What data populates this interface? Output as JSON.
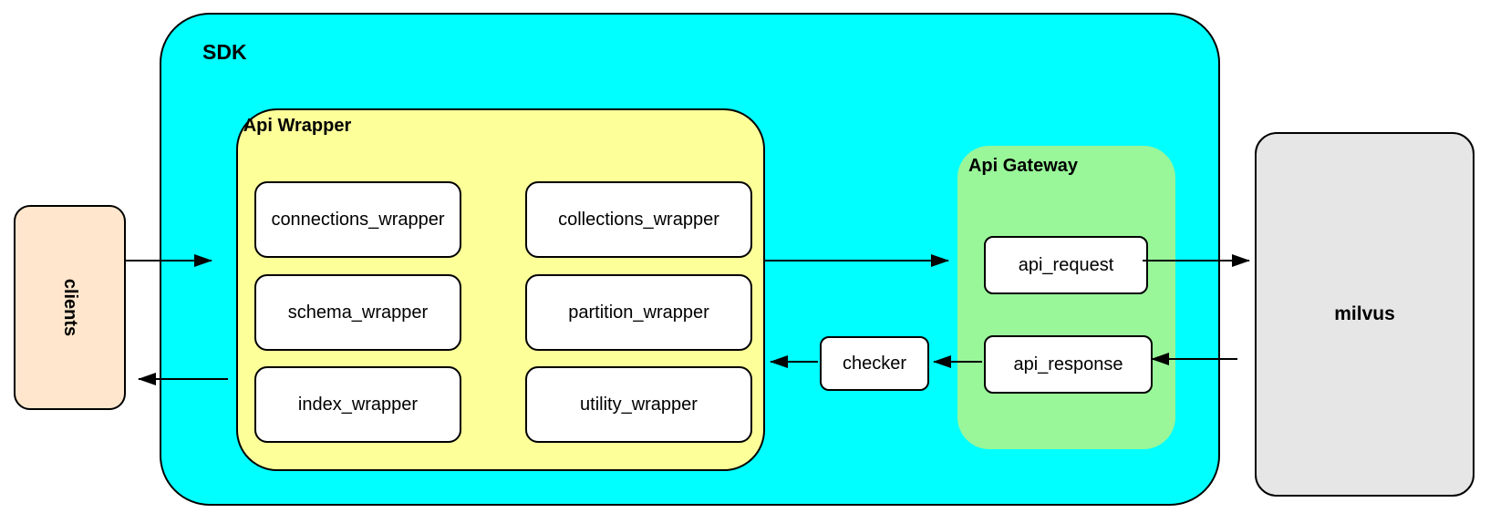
{
  "diagram": {
    "nodes": {
      "clients": {
        "label": "clients",
        "fill": "#ffe6cc"
      },
      "sdk": {
        "label": "SDK",
        "fill": "#00ffff"
      },
      "api_wrapper": {
        "label": "Api Wrapper",
        "fill": "#fdff99",
        "modules": [
          "connections_wrapper",
          "collections_wrapper",
          "schema_wrapper",
          "partition_wrapper",
          "index_wrapper",
          "utility_wrapper"
        ]
      },
      "checker": {
        "label": "checker",
        "fill": "#ffffff"
      },
      "api_gateway": {
        "label": "Api Gateway",
        "fill": "#99f699",
        "request_label": "api_request",
        "response_label": "api_response"
      },
      "milvus": {
        "label": "milvus",
        "fill": "#e6e6e6"
      }
    },
    "edges": [
      {
        "name": "clients-to-api-wrapper",
        "from": "clients",
        "to": "api_wrapper"
      },
      {
        "name": "api-wrapper-to-clients",
        "from": "api_wrapper",
        "to": "clients"
      },
      {
        "name": "api-wrapper-to-api-gateway",
        "from": "api_wrapper",
        "to": "api_gateway"
      },
      {
        "name": "api-request-to-milvus",
        "from": "api_request",
        "to": "milvus"
      },
      {
        "name": "milvus-to-api-response",
        "from": "milvus",
        "to": "api_response"
      },
      {
        "name": "api-response-to-checker",
        "from": "api_response",
        "to": "checker"
      },
      {
        "name": "checker-to-api-wrapper",
        "from": "checker",
        "to": "api_wrapper"
      }
    ],
    "border_color": "#000000"
  }
}
